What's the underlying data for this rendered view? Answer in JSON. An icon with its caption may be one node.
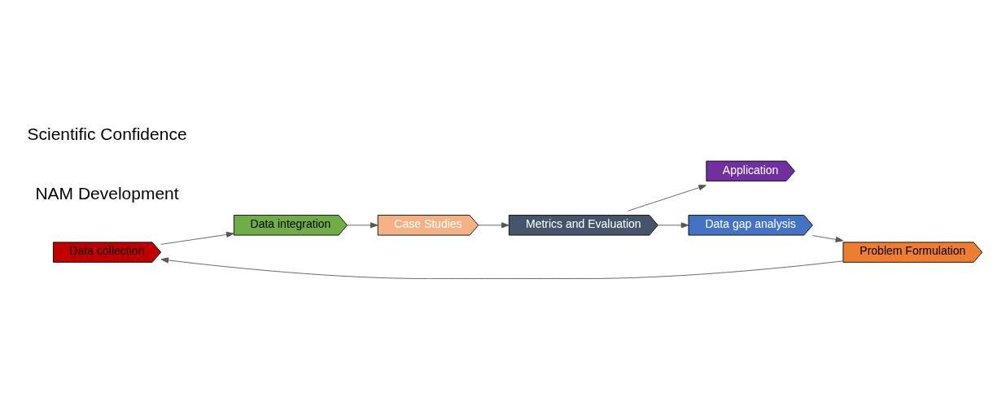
{
  "diagram": {
    "nodes": [
      {
        "text": [
          "Data collection"
        ]
      },
      {
        "text": [
          "Metrics and Evaluation"
        ]
      },
      {
        "text": [
          "Application"
        ]
      },
      {
        "text": [
          "Data integration"
        ]
      },
      {
        "text": [
          "Problem Formulation"
        ]
      },
      {
        "text": [
          "Data gap analysis"
        ]
      },
      {
        "text": [
          "Case Studies"
        ]
      }
    ],
    "edges": [
      {
        "from": 4,
        "to": 0,
        "arrow": "to"
      },
      {
        "from": 0,
        "to": 3,
        "arrow": "to"
      },
      {
        "from": 3,
        "to": 6,
        "arrow": "to"
      },
      {
        "from": 6,
        "to": 1,
        "arrow": "to"
      },
      {
        "from": 1,
        "to": 2,
        "arrow": "to"
      },
      {
        "from": 1,
        "to": 5,
        "arrow": "to"
      },
      {
        "from": 5,
        "to": 4,
        "arrow": "to"
      }
    ],
    "labels": [
      "NAM Development",
      "Scientific Confidence"
    ]
  }
}
